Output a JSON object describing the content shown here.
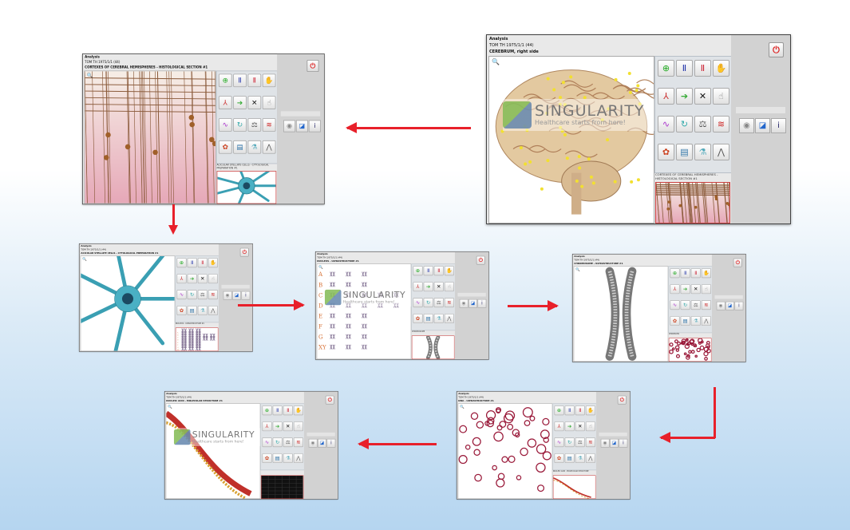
{
  "common": {
    "app_title": "Analysis",
    "patient": "TOM TH    1975/1/1 (44)",
    "power_icon": "power-icon"
  },
  "watermark": {
    "brand": "SINGULARITY",
    "tagline": "Healthcare starts from here!"
  },
  "panels": [
    {
      "id": "cerebrum",
      "title": "CEREBRUM, right side",
      "main": "brain",
      "caption": "CORTEXES OF CEREBRAL HEMISPHERES - HISTOLOGICAL SECTION #1",
      "preview": "histology",
      "watermark": true
    },
    {
      "id": "cortex-histology",
      "title": "CORTEXES OF CEREBRAL HEMISPHERES - HISTOLOGICAL SECTION #1",
      "main": "histology",
      "caption": "ACICULAR STELLATE CELLS - CYTOLOGICAL PREPARATION #1",
      "preview": "neuron",
      "watermark": false
    },
    {
      "id": "stellate-cell",
      "title": "ACICULAR STELLATE CELLS - CYTOLOGICAL PREPARATION #1",
      "main": "neuron",
      "caption": "NUCLEUS - ULTRASTRUCTURE #1",
      "preview": "karyotype",
      "watermark": false
    },
    {
      "id": "nucleus",
      "title": "NUCLEUS - ULTRASTRUCTURE #1",
      "main": "karyotype",
      "caption": "CHROMOSOME",
      "preview": "chromosome",
      "watermark": true
    },
    {
      "id": "chromosome",
      "title": "CHROMOSOME - ULTRASTRUCTURE #1",
      "main": "chromosome",
      "caption": "CHROMATIN",
      "preview": "chromatin",
      "watermark": false
    },
    {
      "id": "chromatin",
      "title": "DNA - ULTRASTRUCTURE #1",
      "main": "chromatin",
      "caption": "NUCLEIC ACID - MOLECULAR STRUCTURE",
      "preview": "dna",
      "watermark": false
    },
    {
      "id": "dna",
      "title": "NUCLEIC ACID - MOLECULAR STRUCTURE #1",
      "main": "dna",
      "caption": "",
      "preview": "dark",
      "watermark": true
    }
  ],
  "karyotype_groups": [
    "A",
    "B",
    "C",
    "D",
    "E",
    "F",
    "G",
    "XY"
  ],
  "tools": [
    {
      "name": "target-icon",
      "glyph": "⊕",
      "color": "#2a2"
    },
    {
      "name": "blue-box-icon",
      "glyph": "Ⅱ",
      "color": "#23a"
    },
    {
      "name": "red-box-icon",
      "glyph": "Ⅱ",
      "color": "#c23"
    },
    {
      "name": "hand-icon",
      "glyph": "✋",
      "color": "#444"
    },
    {
      "name": "compass-icon",
      "glyph": "⅄",
      "color": "#c33"
    },
    {
      "name": "arrow-right-icon",
      "glyph": "➔",
      "color": "#3a3"
    },
    {
      "name": "close-icon",
      "glyph": "✕",
      "color": "#111"
    },
    {
      "name": "pointer-icon",
      "glyph": "☝",
      "color": "#888"
    },
    {
      "name": "wave-icon",
      "glyph": "∿",
      "color": "#a3c"
    },
    {
      "name": "cycle-icon",
      "glyph": "↻",
      "color": "#3aa"
    },
    {
      "name": "scale-icon",
      "glyph": "⚖",
      "color": "#555"
    },
    {
      "name": "spectrum-icon",
      "glyph": "≋",
      "color": "#c22"
    },
    {
      "name": "organ-icon",
      "glyph": "✿",
      "color": "#c42"
    },
    {
      "name": "chart-icon",
      "glyph": "▤",
      "color": "#37a"
    },
    {
      "name": "flask-icon",
      "glyph": "⚗",
      "color": "#5ab"
    },
    {
      "name": "graph-icon",
      "glyph": "⋀",
      "color": "#555"
    }
  ],
  "side_tools": [
    {
      "name": "toggle-icon",
      "glyph": "◉",
      "color": "#888"
    },
    {
      "name": "database-icon",
      "glyph": "◪",
      "color": "#26c"
    },
    {
      "name": "info-icon",
      "glyph": "i",
      "color": "#226"
    }
  ]
}
